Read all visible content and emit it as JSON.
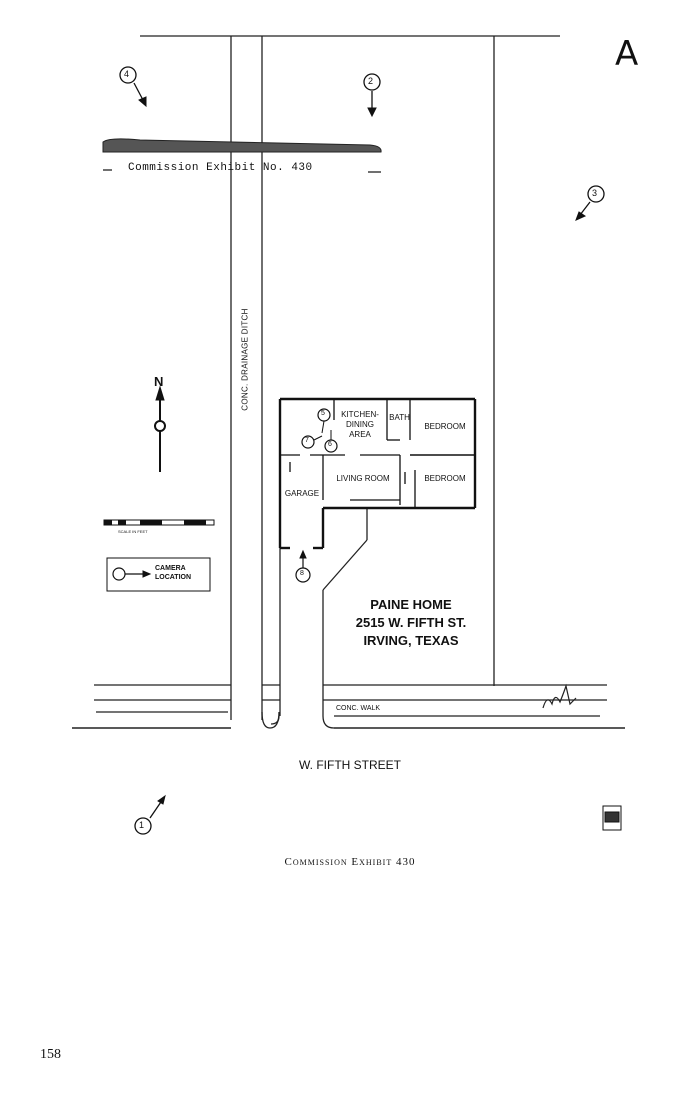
{
  "sheet_letter": "A",
  "exhibit_tag": "Commission Exhibit No. 430",
  "ditch_label": "CONC. DRAINAGE DITCH",
  "rooms": {
    "kitchen": "KITCHEN-\nDINING\nAREA",
    "bath": "BATH",
    "bedroom_1": "BEDROOM",
    "bedroom_2": "BEDROOM",
    "living_room": "LIVING ROOM",
    "garage": "GARAGE"
  },
  "address": {
    "line1": "PAINE HOME",
    "line2": "2515 W. FIFTH ST.",
    "line3": "IRVING, TEXAS"
  },
  "street_name": "W. FIFTH STREET",
  "walk_label": "CONC. WALK",
  "north_label": "N",
  "legend": {
    "text": "CAMERA\nLOCATION"
  },
  "scale_label": "SCALE IN FEET",
  "camera_positions": [
    "1",
    "2",
    "3",
    "4",
    "5",
    "6",
    "7",
    "8"
  ],
  "caption": "Commission Exhibit 430",
  "page_number": "158"
}
